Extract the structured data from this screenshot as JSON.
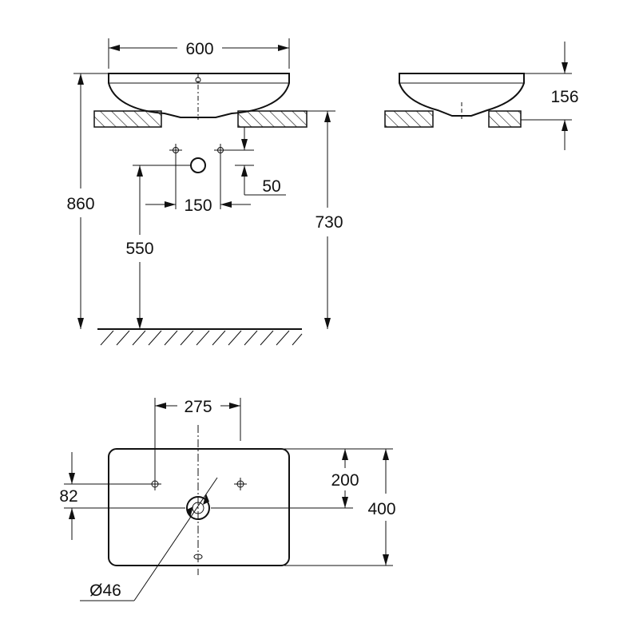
{
  "dimensions": {
    "basin_width": "600",
    "basin_depth": "156",
    "overall_height": "860",
    "rim_height": "730",
    "waste_height": "550",
    "tap_holes_spacing": "150",
    "tap_hole_drop": "50",
    "top_tap_spacing": "275",
    "top_waste_offset": "200",
    "top_basin_depth": "400",
    "top_tap_offset": "82",
    "waste_diameter": "Ø46"
  }
}
